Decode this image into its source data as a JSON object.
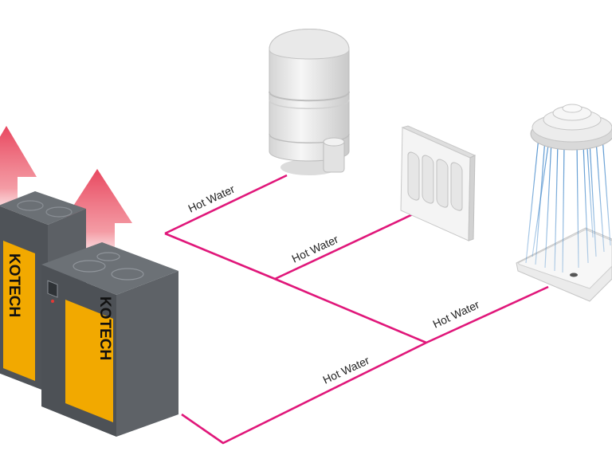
{
  "diagram": {
    "brand_label": "KOTECH",
    "pipe_color": "#e0177a",
    "accent_color": "#f2a900",
    "unit_color": "#5a5e63",
    "heat_arrow_color": "#e8475f",
    "pipe_labels": {
      "tank": "Hot Water",
      "radiator": "Hot Water",
      "shower": "Hot Water",
      "main": "Hot Water"
    },
    "components": [
      {
        "name": "heat-pump-unit",
        "count": 2
      },
      {
        "name": "hot-water-storage-tank",
        "count": 1
      },
      {
        "name": "wall-radiator-panel",
        "count": 1
      },
      {
        "name": "rain-shower",
        "count": 1
      }
    ]
  }
}
